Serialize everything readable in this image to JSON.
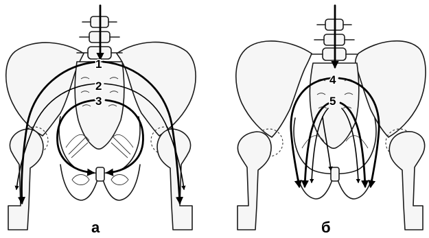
{
  "figures": [
    {
      "caption": "а",
      "labels": [
        "1",
        "2",
        "3"
      ]
    },
    {
      "caption": "б",
      "labels": [
        "4",
        "5"
      ]
    }
  ]
}
